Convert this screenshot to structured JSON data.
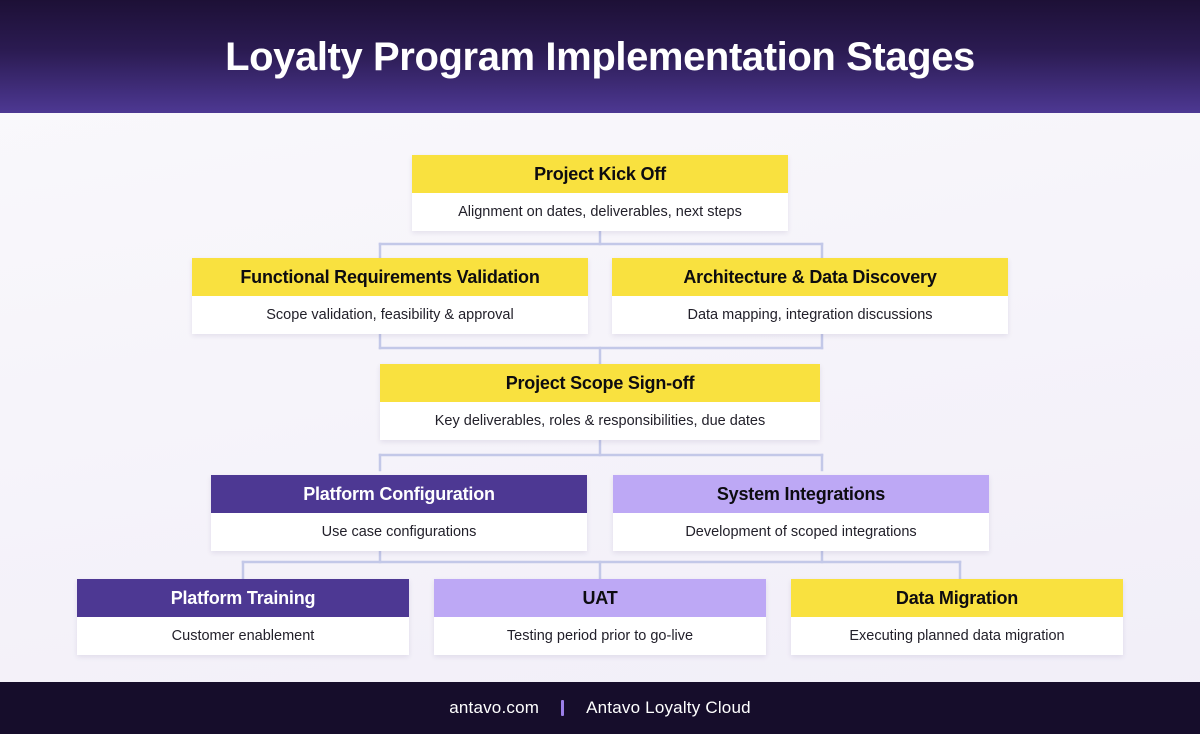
{
  "header": {
    "title": "Loyalty Program Implementation Stages",
    "gradient_top": "#1d1036",
    "gradient_bottom": "#4d3893"
  },
  "palette": {
    "yellow": "#f9e13f",
    "dark_purple": "#4d3893",
    "light_purple": "#bda8f5",
    "connector": "#c3c8e8",
    "background": "#f7f6fb",
    "footer_bg": "#160d2b"
  },
  "diagram": {
    "type": "flowchart",
    "nodes": [
      {
        "id": "project-kick-off",
        "title": "Project Kick Off",
        "description": "Alignment on dates, deliverables, next steps",
        "color": "yellow",
        "row": 1
      },
      {
        "id": "functional-requirements-validation",
        "title": "Functional Requirements Validation",
        "description": "Scope validation, feasibility & approval",
        "color": "yellow",
        "row": 2
      },
      {
        "id": "architecture-data-discovery",
        "title": "Architecture & Data Discovery",
        "description": "Data mapping, integration discussions",
        "color": "yellow",
        "row": 2
      },
      {
        "id": "project-scope-sign-off",
        "title": "Project Scope Sign-off",
        "description": "Key deliverables, roles & responsibilities, due dates",
        "color": "yellow",
        "row": 3
      },
      {
        "id": "platform-configuration",
        "title": "Platform Configuration",
        "description": "Use case configurations",
        "color": "dark_purple",
        "row": 4
      },
      {
        "id": "system-integrations",
        "title": "System Integrations",
        "description": "Development of scoped integrations",
        "color": "light_purple",
        "row": 4
      },
      {
        "id": "platform-training",
        "title": "Platform Training",
        "description": "Customer enablement",
        "color": "dark_purple",
        "row": 5
      },
      {
        "id": "uat",
        "title": "UAT",
        "description": "Testing period prior to go-live",
        "color": "light_purple",
        "row": 5
      },
      {
        "id": "data-migration",
        "title": "Data Migration",
        "description": "Executing planned data migration",
        "color": "yellow",
        "row": 5
      }
    ]
  },
  "footer": {
    "site": "antavo.com",
    "product": "Antavo Loyalty Cloud"
  }
}
